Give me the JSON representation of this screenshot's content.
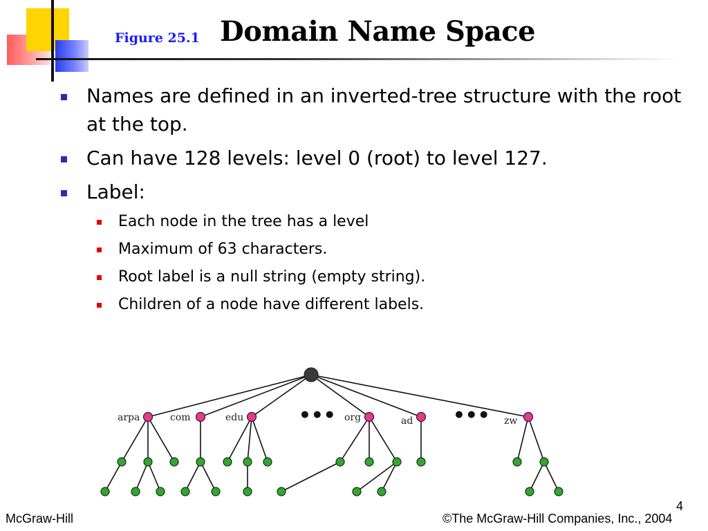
{
  "header": {
    "figure_label": "Figure 25.1",
    "title": "Domain Name Space"
  },
  "bullets": [
    {
      "text": "Names are defined in an inverted-tree structure with the root at the top."
    },
    {
      "text": "Can have 128 levels: level 0 (root) to level 127."
    },
    {
      "text": "Label:",
      "children": [
        {
          "text": "Each node in the tree has a level"
        },
        {
          "text": "Maximum of 63 characters."
        },
        {
          "text": "Root label is a null string (empty string)."
        },
        {
          "text": "Children of a node have different labels."
        }
      ]
    }
  ],
  "diagram": {
    "ellipsis": "•••",
    "top_level_labels": [
      "arpa",
      "com",
      "edu",
      "org",
      "ad",
      "zw"
    ]
  },
  "colors": {
    "root_node": "#3a3a3a",
    "top_level_node": "#e8388f",
    "leaf_node": "#2fa82f",
    "edge": "#111111",
    "figure_label": "#1a1aff",
    "bullet_level1": "#2b2bb8",
    "bullet_level2": "#e60000"
  },
  "footer": {
    "left": "McGraw-Hill",
    "right": "©The McGraw-Hill Companies, Inc., 2004",
    "page_number": "4"
  }
}
